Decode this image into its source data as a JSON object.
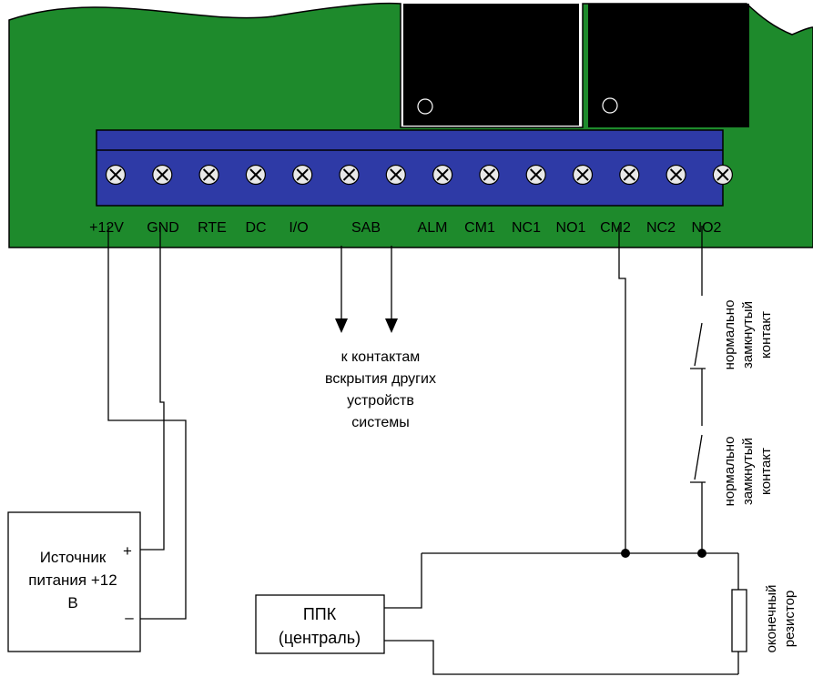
{
  "colors": {
    "board": "#1e8a2c",
    "terminal_block": "#2e3aa6",
    "relay": "#000000",
    "wire": "#000000",
    "screw": "#e8e8e8",
    "background": "#ffffff"
  },
  "terminals": [
    {
      "label": "+12V"
    },
    {
      "label": "GND"
    },
    {
      "label": "RTE"
    },
    {
      "label": "DC"
    },
    {
      "label": "I/O"
    },
    {
      "label": ""
    },
    {
      "label": "SAB"
    },
    {
      "label": "ALM"
    },
    {
      "label": "CM1"
    },
    {
      "label": "NC1"
    },
    {
      "label": "NO1"
    },
    {
      "label": "CM2"
    },
    {
      "label": "NC2"
    },
    {
      "label": "NO2"
    }
  ],
  "tamper_note": {
    "lines": [
      "к контактам",
      "вскрытия других",
      "устройств",
      "системы"
    ]
  },
  "power_supply": {
    "lines": [
      "Источник",
      "питания +12",
      "В"
    ],
    "plus": "+",
    "minus": "–"
  },
  "panel": {
    "lines": [
      "ППК",
      "(централь)"
    ]
  },
  "contact_1": {
    "lines": [
      "нормально",
      "замкнутый",
      "контакт"
    ]
  },
  "contact_2": {
    "lines": [
      "нормально",
      "замкнутый",
      "контакт"
    ]
  },
  "resistor": {
    "lines": [
      "оконечный",
      "резистор"
    ]
  }
}
